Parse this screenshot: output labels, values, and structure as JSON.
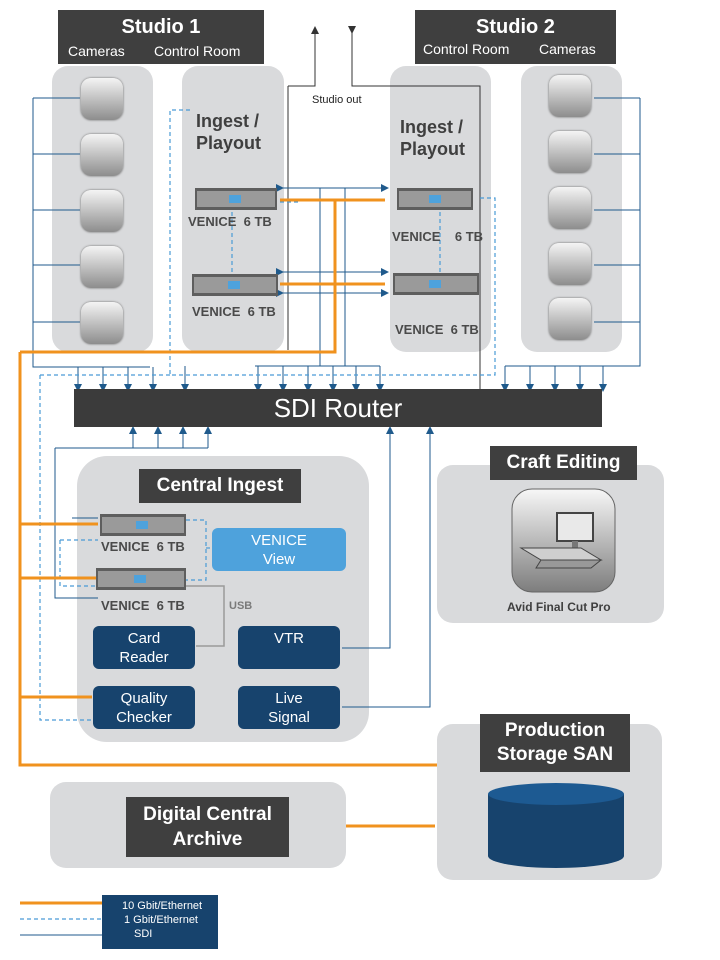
{
  "studio1": {
    "title": "Studio 1",
    "cameras": "Cameras",
    "control_room": "Control Room"
  },
  "studio2": {
    "title": "Studio 2",
    "control_room": "Control Room",
    "cameras": "Cameras"
  },
  "studio_out": "Studio out",
  "ingest_playout_1": {
    "title_line1": "Ingest /",
    "title_line2": "Playout",
    "server_top": "VENICE  6 TB",
    "server_bottom": "VENICE  6 TB"
  },
  "ingest_playout_2": {
    "title_line1": "Ingest /",
    "title_line2": "Playout",
    "server_top": "VENICE    6 TB",
    "server_bottom": "VENICE  6 TB"
  },
  "router": "SDI Router",
  "central_ingest": {
    "title": "Central Ingest",
    "server_top": "VENICE  6 TB",
    "server_bottom": "VENICE  6 TB",
    "venice_view": [
      "VENICE",
      "View"
    ],
    "usb": "USB",
    "card_reader": [
      "Card",
      "Reader"
    ],
    "vtr": "VTR",
    "quality_checker": [
      "Quality",
      "Checker"
    ],
    "live_signal": [
      "Live",
      "Signal"
    ]
  },
  "craft_editing": {
    "title": "Craft Editing",
    "caption": "Avid Final Cut Pro"
  },
  "production_storage": {
    "title": [
      "Production",
      "Storage SAN"
    ]
  },
  "archive": {
    "title": [
      "Digital Central",
      "Archive"
    ]
  },
  "legend": {
    "items": [
      "10 Gbit/Ethernet",
      "1 Gbit/Ethernet",
      "SDI"
    ]
  },
  "colors": {
    "ethernet_10g": "#f0921e",
    "ethernet_1g": "#4a9bd6",
    "sdi": "#1f5a8c",
    "dark": "#3b3b3b",
    "navy": "#17436d",
    "panel": "#d9dadc"
  }
}
